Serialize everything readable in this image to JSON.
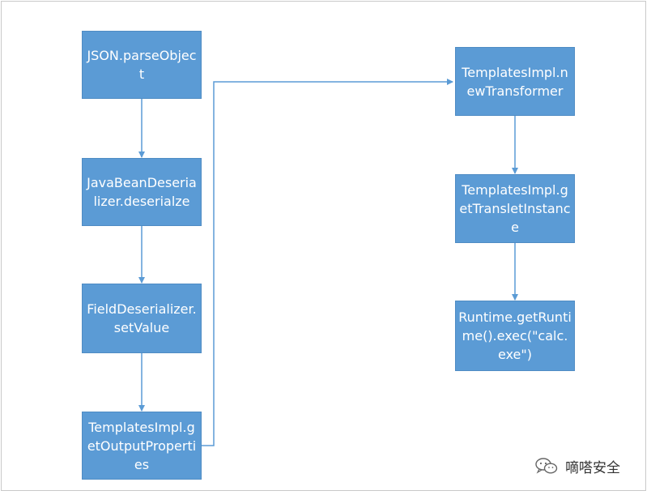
{
  "diagram": {
    "nodes": [
      {
        "id": "n1",
        "label": "JSON.parseObject"
      },
      {
        "id": "n2",
        "label": "JavaBeanDeserializer.deserialze"
      },
      {
        "id": "n3",
        "label": "FieldDeserializer.setValue"
      },
      {
        "id": "n4",
        "label": "TemplatesImpl.getOutputProperties"
      },
      {
        "id": "n5",
        "label": "TemplatesImpl.newTransformer"
      },
      {
        "id": "n6",
        "label": "TemplatesImpl.getTransletInstance"
      },
      {
        "id": "n7",
        "label": "Runtime.getRuntime().exec(\"calc.exe\")"
      }
    ],
    "edges": [
      {
        "from": "n1",
        "to": "n2"
      },
      {
        "from": "n2",
        "to": "n3"
      },
      {
        "from": "n3",
        "to": "n4"
      },
      {
        "from": "n4",
        "to": "n5"
      },
      {
        "from": "n5",
        "to": "n6"
      },
      {
        "from": "n6",
        "to": "n7"
      }
    ],
    "colors": {
      "box_fill": "#5b9bd5",
      "box_border": "#4f8cc4",
      "arrow": "#5b9bd5",
      "text": "#ffffff"
    }
  },
  "watermark": {
    "text": "嘀嗒安全",
    "icon": "wechat-icon"
  }
}
